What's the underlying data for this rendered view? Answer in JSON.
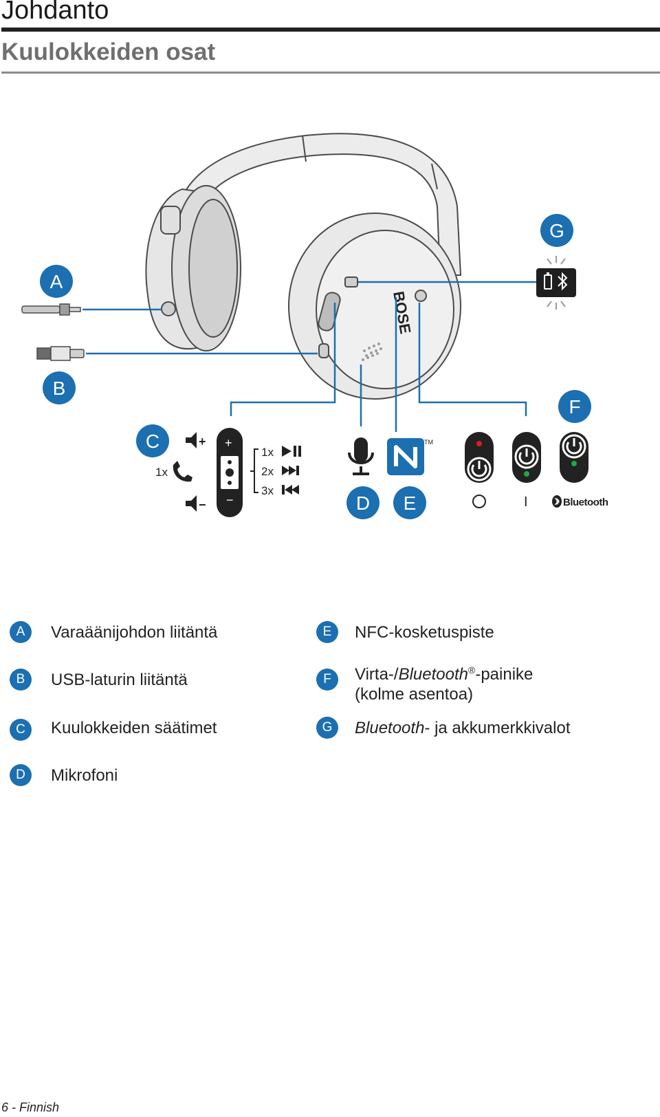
{
  "header": {
    "title": "Johdanto",
    "section": "Kuulokkeiden osat"
  },
  "diagram": {
    "callouts": [
      "A",
      "B",
      "C",
      "D",
      "E",
      "F",
      "G"
    ],
    "controls": {
      "call_times": "1x",
      "play_times": "1x",
      "next_times": "2x",
      "prev_times": "3x",
      "plus": "+",
      "minus": "−"
    },
    "brand": "BOSE",
    "nfc_tm": "TM",
    "switch_positions": {
      "off": "O",
      "on": "I",
      "bluetooth": "Bluetooth"
    },
    "colors": {
      "callout": "#1c6fb0",
      "line": "#1c6fb0",
      "led_red": "#d61f26",
      "led_green": "#20a845",
      "device": "#ededed"
    }
  },
  "legend": [
    {
      "letter": "A",
      "text": "Varaäänijohdon liitäntä"
    },
    {
      "letter": "B",
      "text": "USB-laturin liitäntä"
    },
    {
      "letter": "C",
      "text": "Kuulokkeiden säätimet"
    },
    {
      "letter": "D",
      "text": "Mikrofoni"
    },
    {
      "letter": "E",
      "text": "NFC-kosketuspiste"
    },
    {
      "letter": "F",
      "prefix": "Virta-/",
      "italic": "Bluetooth",
      "sup": "®",
      "suffix": "-painike",
      "line2": "(kolme asentoa)"
    },
    {
      "letter": "G",
      "italic": "Bluetooth",
      "suffix": "- ja akkumerkkivalot"
    }
  ],
  "footer": {
    "page": "6 - Finnish"
  }
}
